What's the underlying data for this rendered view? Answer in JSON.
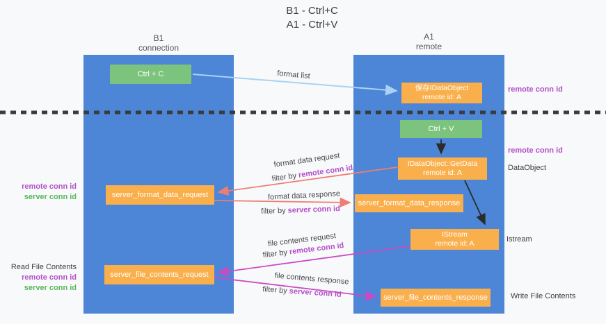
{
  "title": {
    "line1": "B1 - Ctrl+C",
    "line2": "A1 - Ctrl+V"
  },
  "lifelines": {
    "left": {
      "name": "B1",
      "role": "connection"
    },
    "right": {
      "name": "A1",
      "role": "remote"
    }
  },
  "boxes": {
    "ctrl_c": {
      "label": "Ctrl + C"
    },
    "saved_dataobject": {
      "line1": "保存IDataObject",
      "line2": "remote id: A"
    },
    "ctrl_v": {
      "label": "Ctrl + V"
    },
    "getdata": {
      "line1": "IDataObject::GetData",
      "line2": "remote id: A"
    },
    "format_request": {
      "label": "server_format_data_request"
    },
    "format_response": {
      "label": "server_format_data_response"
    },
    "istream": {
      "line1": "IStream",
      "line2": "remote id: A"
    },
    "file_request": {
      "label": "server_file_contents_request"
    },
    "file_response": {
      "label": "server_file_contents_response"
    }
  },
  "margin_labels": {
    "right": {
      "remote_conn_id_top": "remote conn id",
      "remote_conn_id_mid": "remote conn id",
      "dataobject": "DataObject",
      "istream": "Istream",
      "write_file_contents": "Write File Contents"
    },
    "left": {
      "remote_conn_id_1": "remote conn id",
      "server_conn_id_1": "server conn id",
      "read_file_contents": "Read File Contents",
      "remote_conn_id_2": "remote conn id",
      "server_conn_id_2": "server conn id"
    }
  },
  "arrow_labels": {
    "format_list": "format list",
    "format_data_request": "format data request",
    "filter_by_1": {
      "prefix": "filter by ",
      "value": "remote conn id"
    },
    "format_data_response": "format data response",
    "filter_by_2": {
      "prefix": "filter by ",
      "value": "server conn id"
    },
    "file_contents_request": "file contents request",
    "filter_by_3": {
      "prefix": "filter by ",
      "value": "remote conn id"
    },
    "file_contents_response": "file contents response",
    "filter_by_4": {
      "prefix": "filter by ",
      "value": "server conn id"
    }
  },
  "colors": {
    "lifeline_blue": "#4D85D7",
    "box_orange": "#FAAF4D",
    "box_green": "#7CC47E",
    "arrow_light_blue": "#A8D3F2",
    "arrow_red": "#EE7D74",
    "arrow_magenta": "#C94BC4",
    "arrow_black": "#2B2B2B",
    "text_purple": "#B34FC9",
    "text_green": "#57B65B",
    "background": "#F8F9FA"
  }
}
